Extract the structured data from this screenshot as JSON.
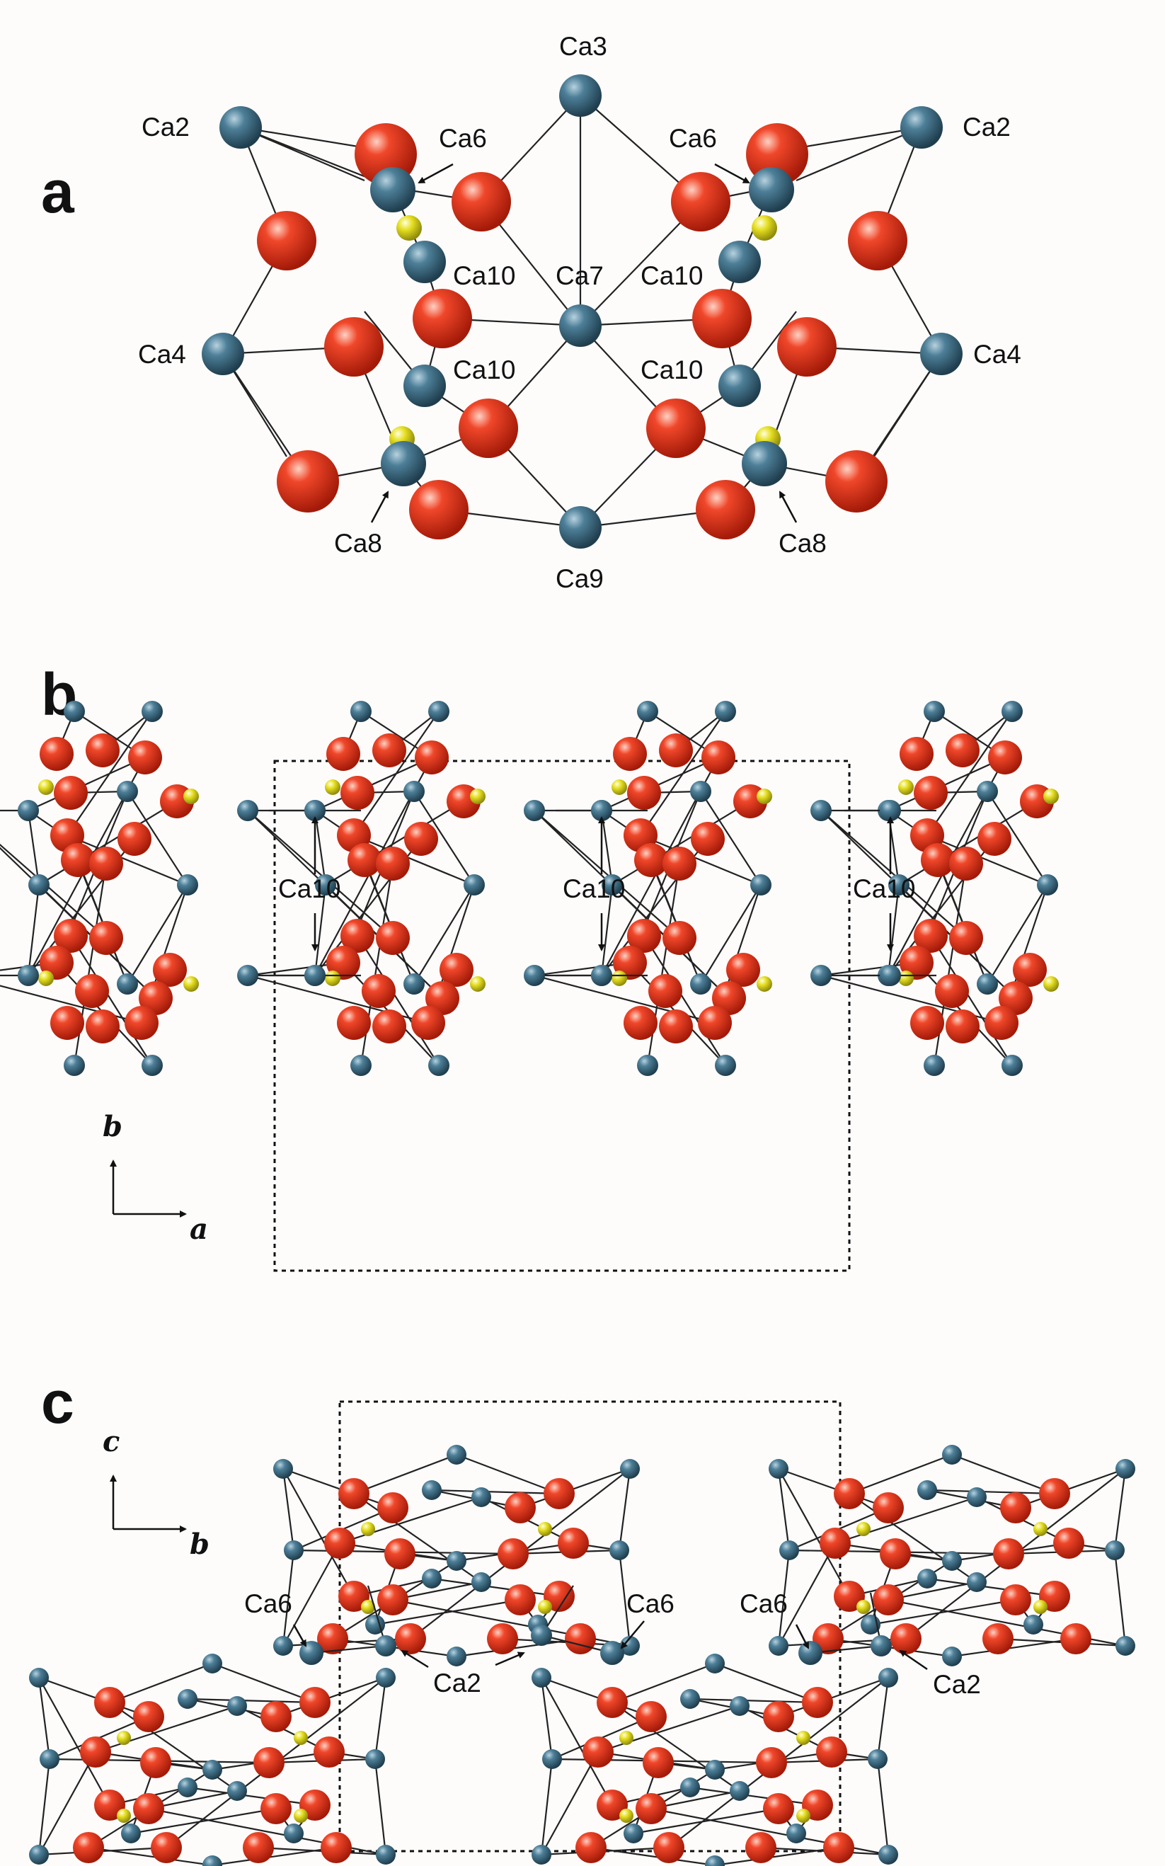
{
  "panels": {
    "a": {
      "label": "a",
      "atoms": {
        "ca2_left": "Ca2",
        "ca3": "Ca3",
        "ca2_right": "Ca2",
        "ca6_left": "Ca6",
        "ca6_right": "Ca6",
        "ca10_ul": "Ca10",
        "ca7": "Ca7",
        "ca10_ur": "Ca10",
        "ca4_left": "Ca4",
        "ca4_right": "Ca4",
        "ca10_ll": "Ca10",
        "ca10_lr": "Ca10",
        "ca8_left": "Ca8",
        "ca8_right": "Ca8",
        "ca9": "Ca9"
      }
    },
    "b": {
      "label": "b",
      "ca10_labels": [
        "Ca10",
        "Ca10",
        "Ca10"
      ],
      "axes": {
        "vertical": "b",
        "horizontal": "a"
      }
    },
    "c": {
      "label": "c",
      "ca6_labels": [
        "Ca6",
        "Ca6",
        "Ca6"
      ],
      "ca2_labels": [
        "Ca2",
        "Ca2"
      ],
      "axes": {
        "vertical": "c",
        "horizontal": "b"
      }
    }
  },
  "colors": {
    "calcium": "#3f6e86",
    "oxygen": "#e23a1c",
    "silicon": "#e6df22",
    "background": "#fdfcfb"
  }
}
